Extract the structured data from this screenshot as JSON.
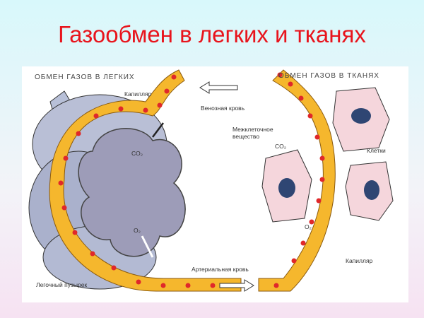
{
  "title": "Газообмен в легких и тканях",
  "diagram": {
    "lungs_heading": "ОБМЕН ГАЗОВ В ЛЕГКИХ",
    "tissues_heading": "ОБМЕН ГАЗОВ В ТКАНЯХ",
    "capillary_top": "Капилляр",
    "venous_blood": "Венозная кровь",
    "interstitial": [
      "Межклеточное",
      "вещество"
    ],
    "co2_lung": "CO₂",
    "o2_lung": "O₂",
    "co2_tissue": "CO₂",
    "o2_tissue": "O₂",
    "cells": "Клетки",
    "capillary_bottom": "Капилляр",
    "arterial_blood": "Артериальная кровь",
    "alveolus": "Легочный пузырек",
    "colors": {
      "title": "#e8141c",
      "capillary": "#f5b72d",
      "blood_cell": "#e0282a",
      "alveolus": "#9d9cb8",
      "cell": "#f5d6dc",
      "nucleus": "#2f4673"
    }
  }
}
